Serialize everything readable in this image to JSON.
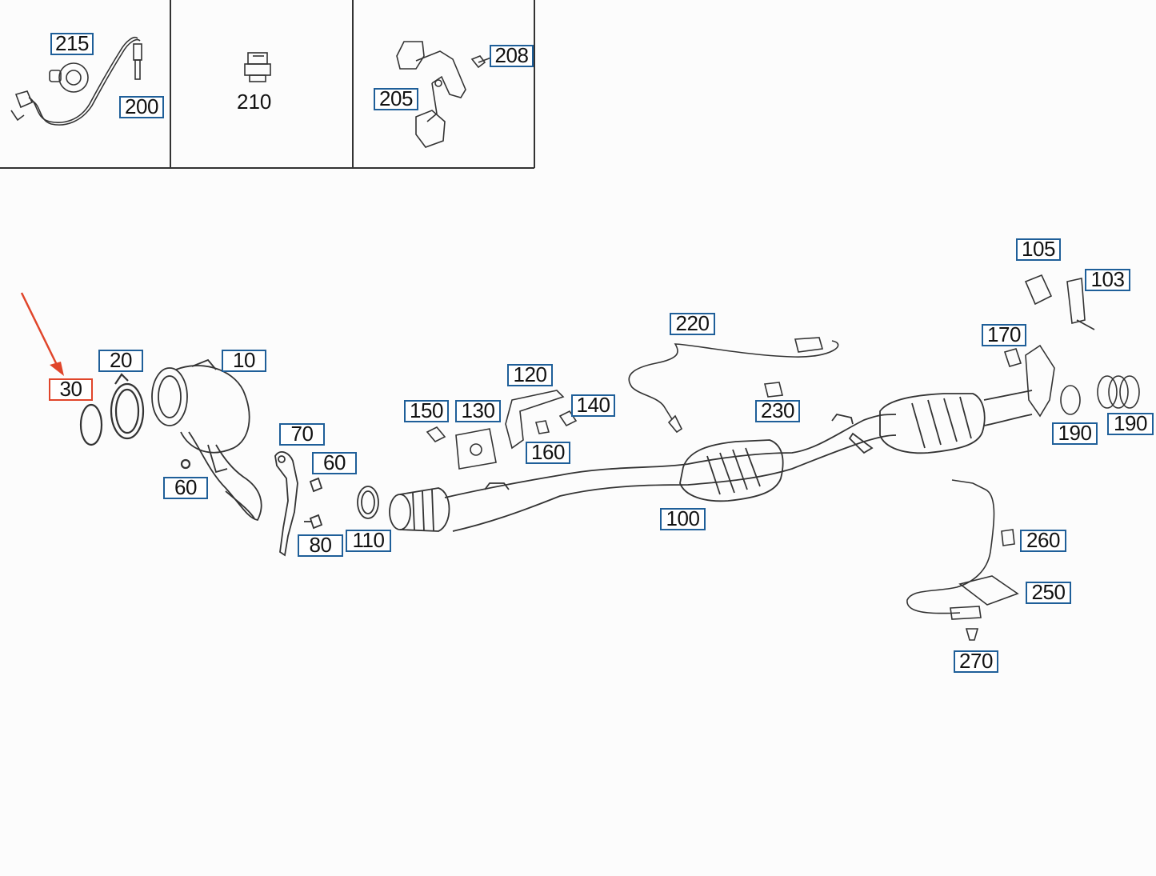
{
  "diagram": {
    "selected_part": "30",
    "colors": {
      "callout_border": "#1f5f99",
      "selected_border": "#e0452a",
      "arrow": "#e0452a",
      "line": "#333333"
    },
    "inset_panels": [
      {
        "id": "panel-sensor-215-200",
        "callouts": [
          "215",
          "200"
        ]
      },
      {
        "id": "panel-clip-210",
        "plain_label": "210"
      },
      {
        "id": "panel-bracket-205-208",
        "callouts": [
          "205",
          "208"
        ]
      }
    ],
    "callouts": {
      "c215": "215",
      "c200": "200",
      "c208": "208",
      "c205": "205",
      "c105": "105",
      "c103": "103",
      "c220": "220",
      "c170": "170",
      "c20": "20",
      "c10": "10",
      "c30": "30",
      "c120": "120",
      "c230": "230",
      "c150": "150",
      "c130": "130",
      "c140": "140",
      "c190a": "190",
      "c190b": "190",
      "c70": "70",
      "c60a": "60",
      "c160": "160",
      "c60b": "60",
      "c100": "100",
      "c260": "260",
      "c110": "110",
      "c80": "80",
      "c250": "250",
      "c270": "270"
    },
    "plain_labels": {
      "l210": "210"
    }
  }
}
